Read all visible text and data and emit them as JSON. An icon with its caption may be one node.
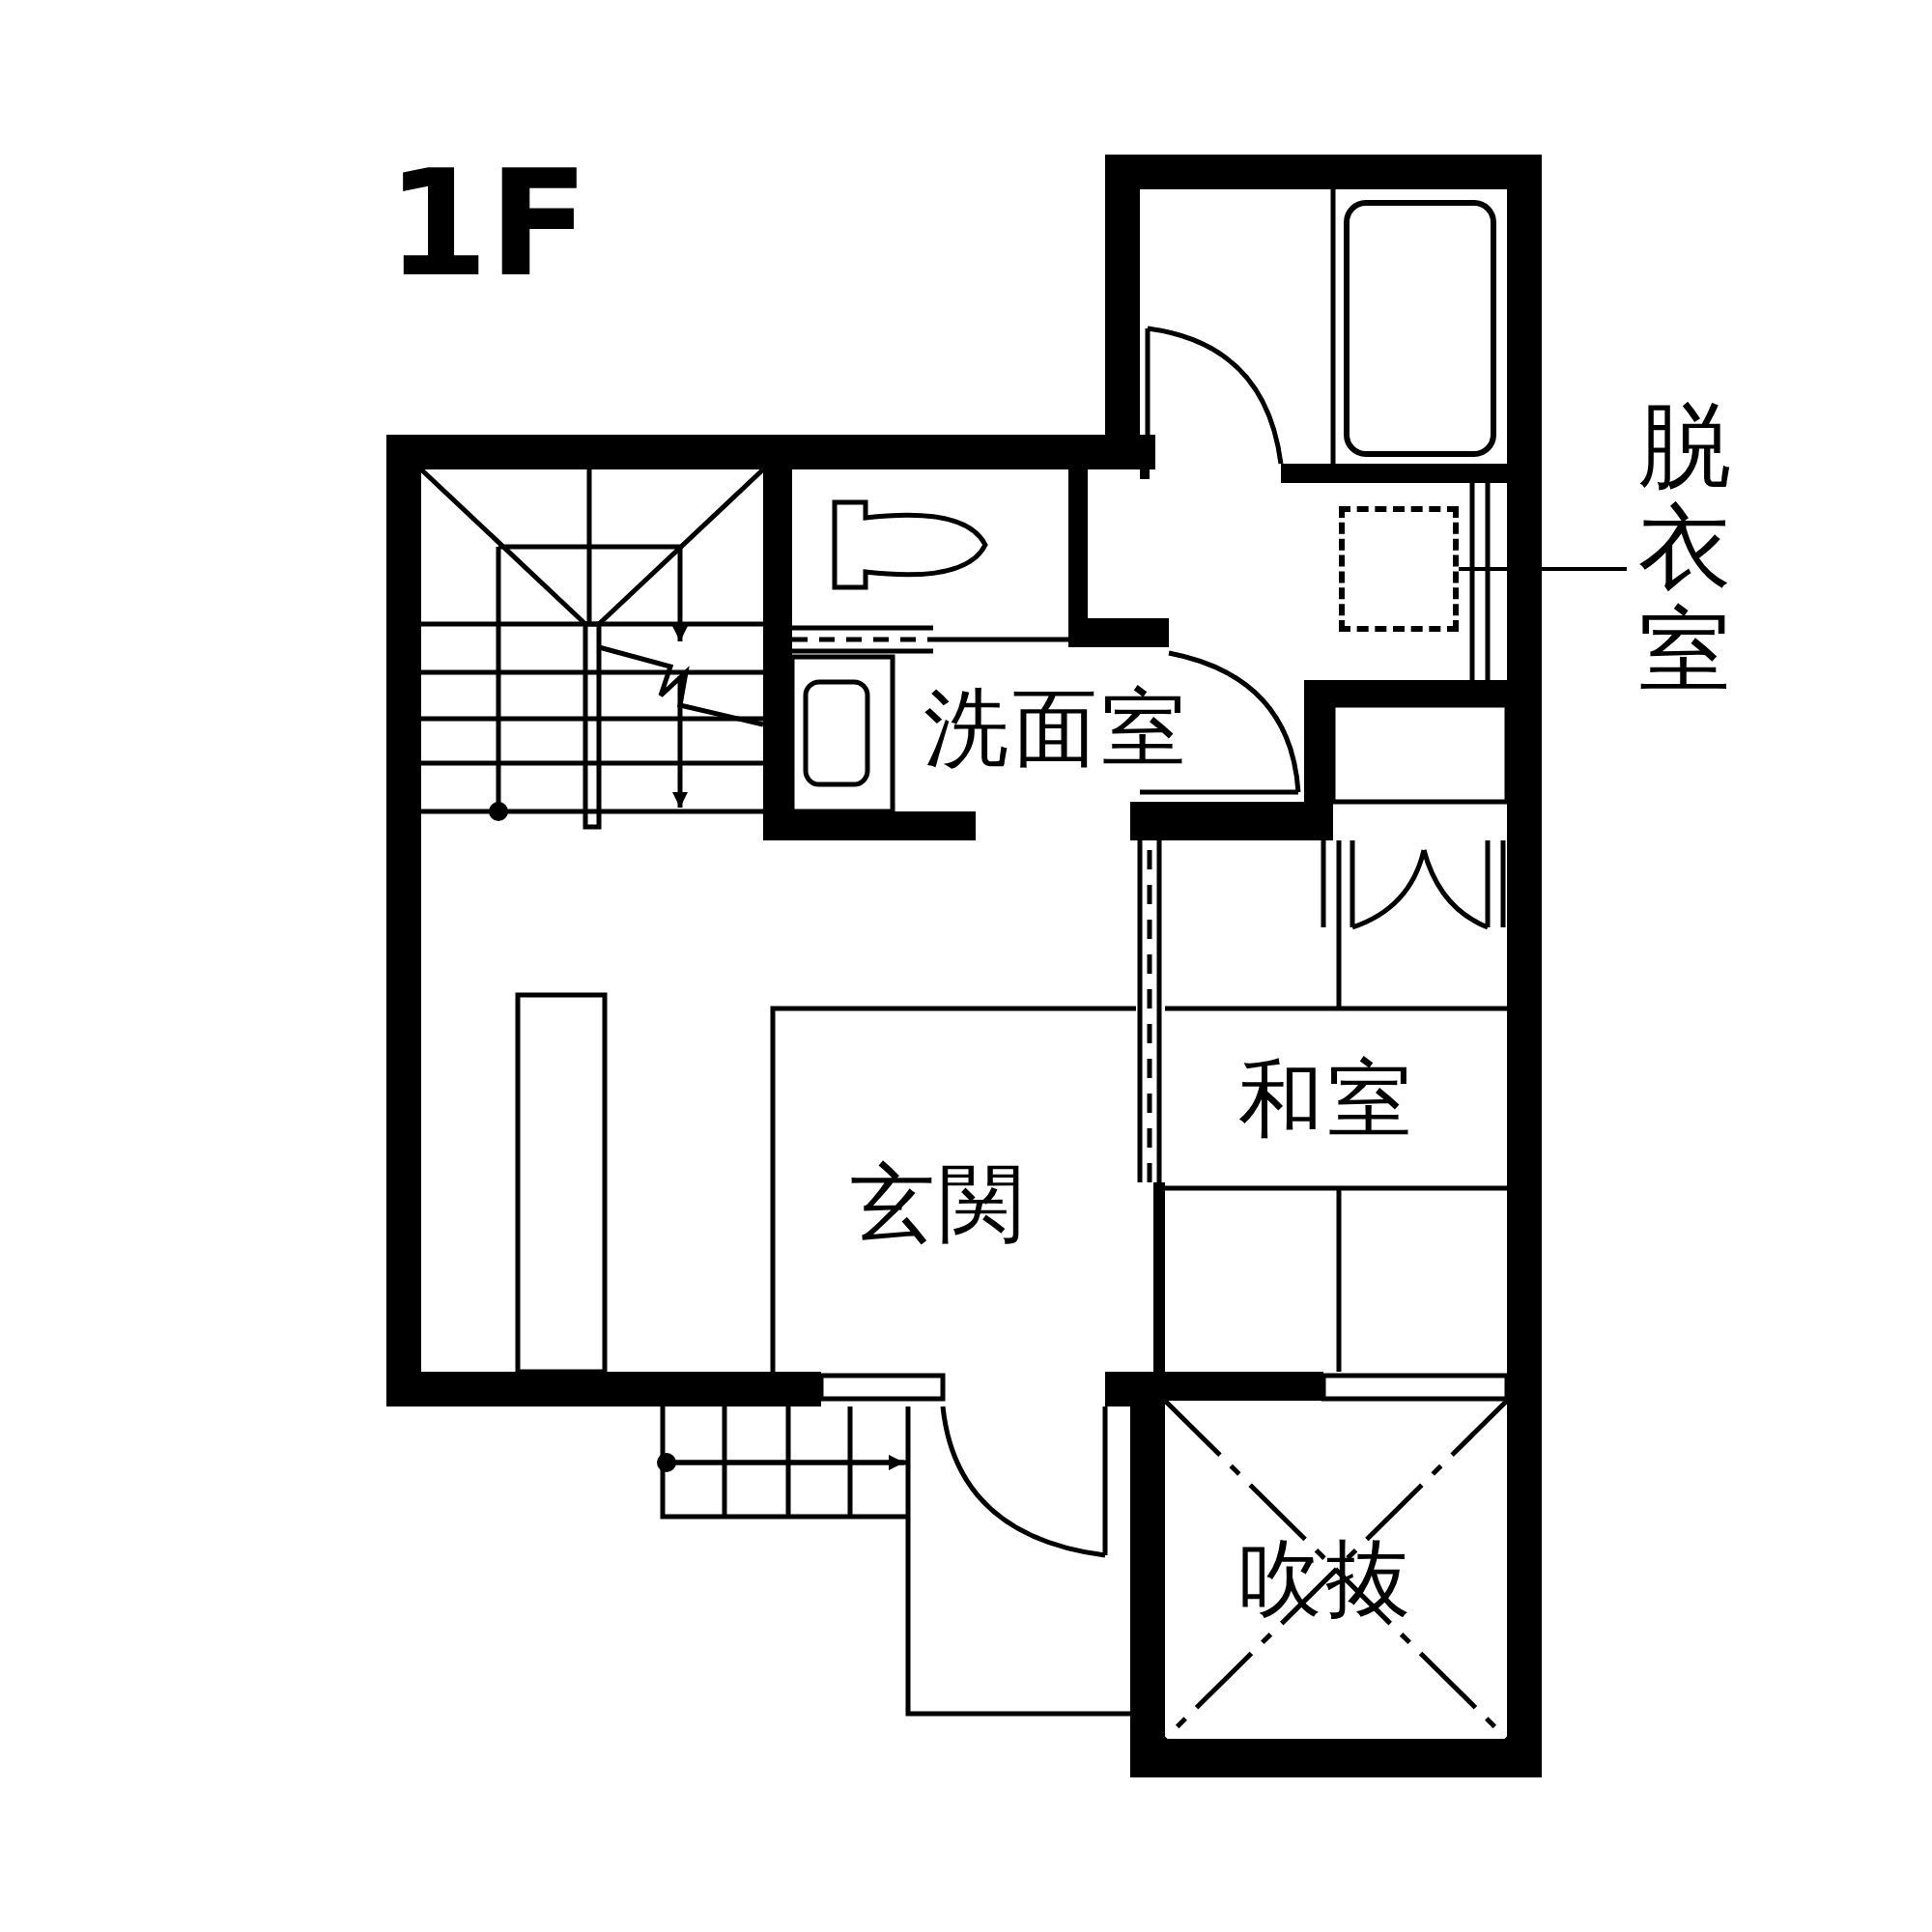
{
  "diagram": {
    "title": "1F",
    "nodes": [
      {
        "text": [
          "脱衣室"
        ]
      },
      {
        "text": [],
        "shape": "box"
      }
    ],
    "edges": [
      {
        "from": 0,
        "to": 1,
        "arrow": "none"
      }
    ],
    "labels": [
      "洗面室",
      "和室",
      "玄関",
      "吹抜"
    ]
  }
}
